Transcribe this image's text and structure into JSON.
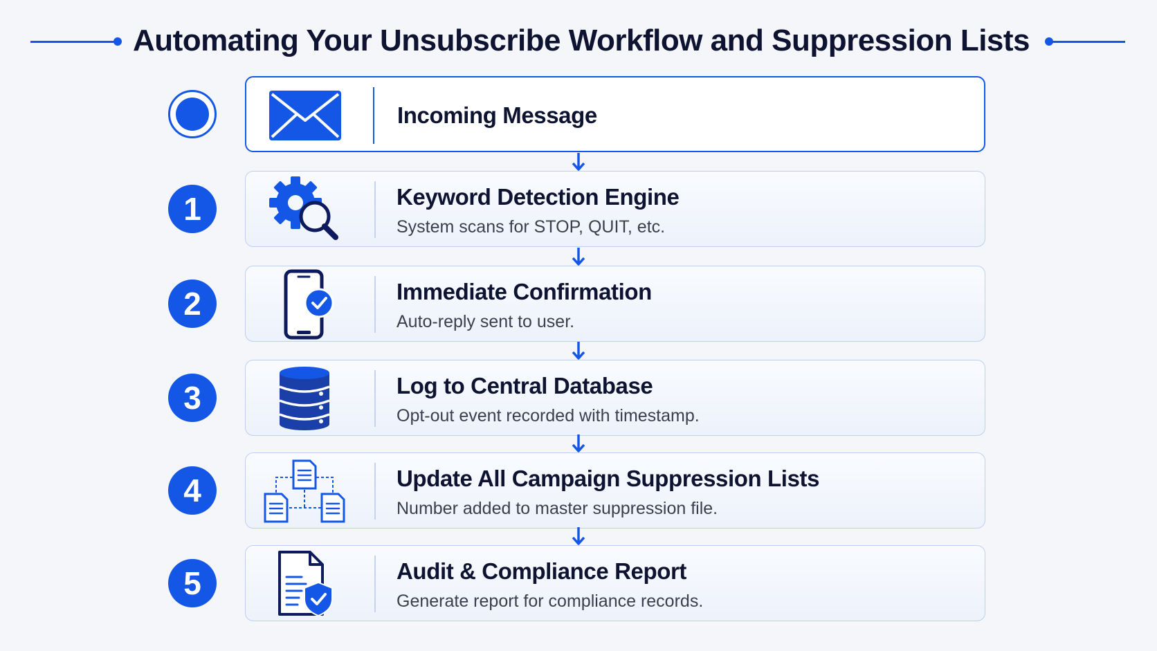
{
  "title": "Automating Your Unsubscribe Workflow and Suppression Lists",
  "colors": {
    "accent": "#1456e6",
    "dark_icon": "#0d1a5c",
    "text": "#0d1330",
    "muted_text": "#3a3f4d"
  },
  "start": {
    "title": "Incoming Message",
    "icon": "envelope-icon"
  },
  "steps": [
    {
      "number": "1",
      "title": "Keyword Detection Engine",
      "desc": "System scans for STOP, QUIT, etc.",
      "icon": "gear-search-icon"
    },
    {
      "number": "2",
      "title": "Immediate Confirmation",
      "desc": "Auto-reply sent to user.",
      "icon": "phone-check-icon"
    },
    {
      "number": "3",
      "title": "Log to Central Database",
      "desc": "Opt-out event recorded with timestamp.",
      "icon": "database-icon"
    },
    {
      "number": "4",
      "title": "Update All Campaign Suppression Lists",
      "desc": "Number added to master suppression file.",
      "icon": "document-network-icon"
    },
    {
      "number": "5",
      "title": "Audit & Compliance Report",
      "desc": "Generate report for compliance records.",
      "icon": "report-shield-icon"
    }
  ]
}
